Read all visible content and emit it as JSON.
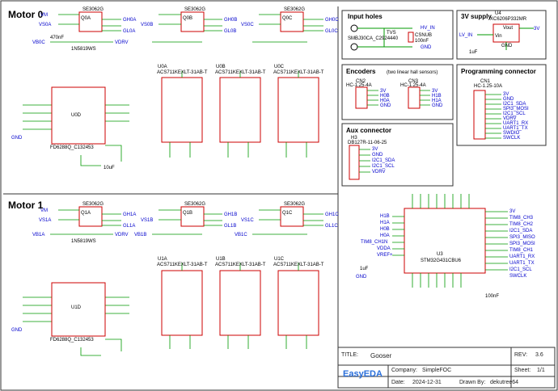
{
  "sections": {
    "motor0": "Motor 0",
    "motor1": "Motor 1",
    "input_holes": "Input holes",
    "supply": "3V supply",
    "encoders": "Encoders",
    "encoders_note": "(two linear hall sensors)",
    "programming": "Programming connector",
    "aux": "Aux connector"
  },
  "parts": {
    "mosfet": "SE3062G",
    "driver": "FD6288Q_C132453",
    "current_sensor": "ACS711KEXLT-31AB-T",
    "diode": "1N5819WS",
    "regulator": "XC6206P332MR",
    "mcu": "STM32G431CBU6",
    "tvs": "SMBJ30CA_C2924440",
    "hall_conn": "HC-1.25-4A",
    "prog_conn": "HC-1.25-10A",
    "aux_conn": "DB127R-11-06-25"
  },
  "refs": {
    "m0_fets": [
      "Q0A",
      "Q0B",
      "Q0C"
    ],
    "m1_fets": [
      "Q1A",
      "Q1B",
      "Q1C"
    ],
    "m0_sensors": [
      "U0A",
      "U0B",
      "U0C"
    ],
    "m1_sensors": [
      "U1A",
      "U1B",
      "U1C"
    ],
    "m0_driver": "U0D",
    "m1_driver": "U1D",
    "mcu": "U3",
    "reg": "U4",
    "enc": [
      "CN2",
      "CN3"
    ],
    "prog": "CN1",
    "aux": "H3"
  },
  "nets_motor0": [
    "VM",
    "VS0A",
    "VS0B",
    "VS0C",
    "GH0A",
    "GL0A",
    "GH0B",
    "GL0B",
    "GH0C",
    "GL0C",
    "VB0C",
    "VDRV",
    "GND"
  ],
  "nets_motor1": [
    "VM",
    "VS1A",
    "VS1B",
    "VS1C",
    "GH1A",
    "GL1A",
    "GH1B",
    "GL1B",
    "GH1C",
    "GL1C",
    "VB1A",
    "VB1B",
    "VB1C",
    "VDRV",
    "GND"
  ],
  "nets_input": [
    "HV_IN",
    "GND",
    "TVS",
    "CSNUB",
    "100nF"
  ],
  "nets_supply": [
    "LV_IN",
    "Vin",
    "Vout",
    "GND",
    "3V",
    "1uF"
  ],
  "nets_encoders_left": [
    "3V",
    "H0B",
    "H0A",
    "GND"
  ],
  "nets_encoders_right": [
    "3V",
    "H1B",
    "H1A",
    "GND"
  ],
  "nets_prog": [
    "3V",
    "GND",
    "I2C1_SDA",
    "SPI3_MOSI",
    "I2C1_SCL",
    "VDRV",
    "UART1_RX",
    "UART1_TX",
    "SWDIO",
    "SWCLK"
  ],
  "nets_aux": [
    "3V",
    "GND",
    "I2C1_SDA",
    "I2C1_SCL",
    "VDRV"
  ],
  "nets_mcu_right": [
    "3V",
    "TIM8_CH3",
    "TIM8_CH2",
    "I2C1_SDA",
    "SPI3_MISO",
    "SPI3_MOSI",
    "TIM8_CH1",
    "UART1_RX",
    "UART1_TX",
    "I2C1_SCL",
    "SWCLK"
  ],
  "nets_mcu_left": [
    "H1B",
    "H1A",
    "H0B",
    "H0A",
    "TIM8_CH1N",
    "VDDA",
    "VREF+",
    "GND"
  ],
  "cap_values": [
    "100nF",
    "1uF",
    "10uF",
    "470nF"
  ],
  "title_block": {
    "title_label": "TITLE:",
    "title": "Gooser",
    "rev_label": "REV:",
    "rev": "3.6",
    "company_label": "Company:",
    "company": "SimpleFOC",
    "sheet_label": "Sheet:",
    "sheet": "1/1",
    "date_label": "Date:",
    "date": "2024-12-31",
    "drawn_label": "Drawn By:",
    "drawn": "dekutree64",
    "logo": "EasyEDA"
  },
  "colors": {
    "wire": "#009900",
    "body": "#cc0000",
    "net": "#0000cc",
    "frame": "#333333"
  }
}
